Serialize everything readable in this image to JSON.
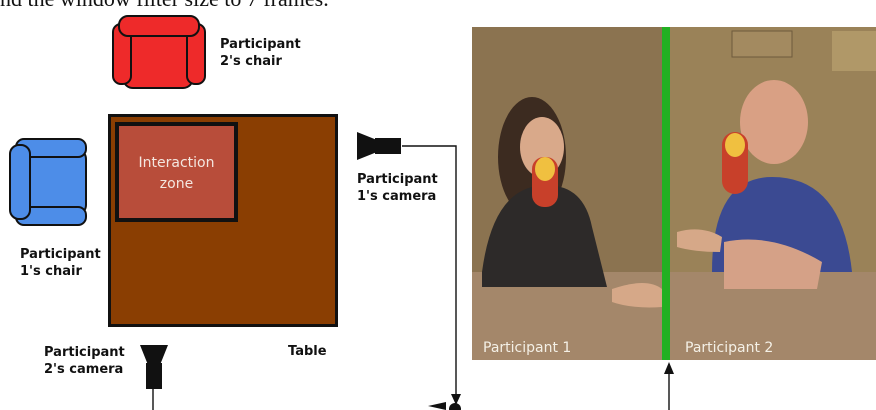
{
  "caption": "nd the window filter size to 7 frames.",
  "chairs": {
    "p2_chair_label": "Participant\n2's chair",
    "p1_chair_label": "Participant\n1's chair"
  },
  "cameras": {
    "p1_camera_label": "Participant\n1's camera",
    "p2_camera_label": "Participant\n2's camera"
  },
  "table_label": "Table",
  "zone_label": "Interaction\nzone",
  "video": {
    "left_label": "Participant 1",
    "right_label": "Participant 2",
    "divider_color": "#22b022"
  },
  "colors": {
    "p2_chair": "#ee2a2a",
    "p1_chair": "#4d8de8",
    "table": "#8a3e02",
    "zone": "#b84d3a"
  }
}
